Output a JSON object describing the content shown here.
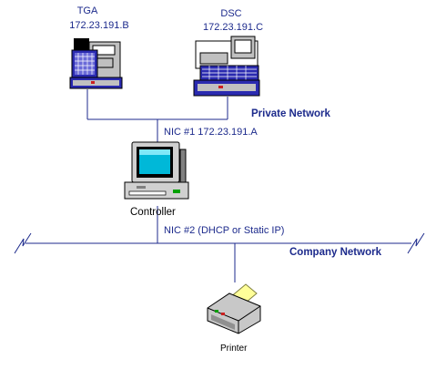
{
  "colors": {
    "line": "#1c2a8c",
    "text": "#1c2a8c",
    "text_dark": "#000000",
    "device_blue": "#2a2ab0",
    "device_gray": "#c0c0c0",
    "screen_cyan": "#00b8d8",
    "paper_yellow": "#ffff99"
  },
  "icons": {
    "tga": "scanner-terminal-icon",
    "dsc": "computer-terminal-icon",
    "controller": "desktop-computer-icon",
    "printer": "printer-icon"
  },
  "nodes": {
    "tga": {
      "name": "TGA",
      "ip": "172.23.191.B"
    },
    "dsc": {
      "name": "DSC",
      "ip": "172.23.191.C"
    },
    "controller": {
      "name": "Controller"
    },
    "printer": {
      "name": "Printer"
    }
  },
  "links": {
    "nic1": "NIC #1 172.23.191.A",
    "nic2": "NIC #2 (DHCP or Static IP)"
  },
  "networks": {
    "private": "Private Network",
    "company": "Company Network"
  }
}
